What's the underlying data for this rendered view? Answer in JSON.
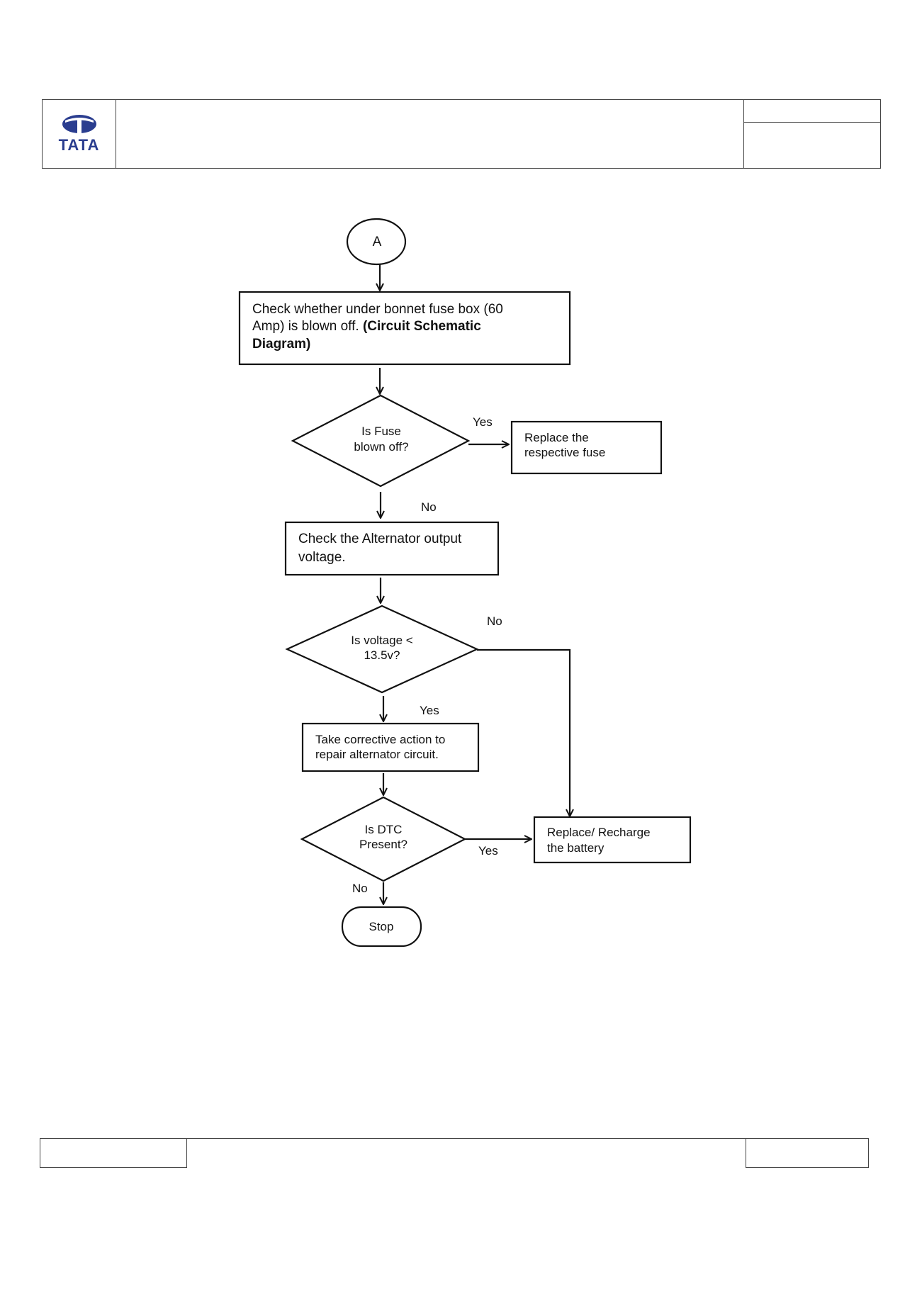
{
  "header": {
    "logo_text": "TATA"
  },
  "flowchart": {
    "connector_a": "A",
    "check_fuse_box": {
      "line1": "Check whether under bonnet fuse box (60",
      "line2_normal": "Amp) is blown off. ",
      "line2_bold": "(Circuit Schematic",
      "line3_bold": "Diagram)"
    },
    "decision_fuse": {
      "line1": "Is Fuse",
      "line2": "blown off?"
    },
    "label_yes_1": "Yes",
    "replace_fuse": {
      "line1": "Replace the",
      "line2": "respective fuse"
    },
    "label_no_1": "No",
    "check_alternator": {
      "line1": "Check the Alternator output",
      "line2": "voltage."
    },
    "decision_voltage": {
      "line1": "Is voltage <",
      "line2": "13.5v?"
    },
    "label_no_2": "No",
    "label_yes_2": "Yes",
    "corrective_action": {
      "line1": "Take corrective action to",
      "line2": "repair alternator circuit."
    },
    "decision_dtc": {
      "line1": "Is DTC",
      "line2": "Present?"
    },
    "label_yes_3": "Yes",
    "replace_battery": {
      "line1": "Replace/ Recharge",
      "line2": "the battery"
    },
    "label_no_3": "No",
    "stop": "Stop"
  }
}
